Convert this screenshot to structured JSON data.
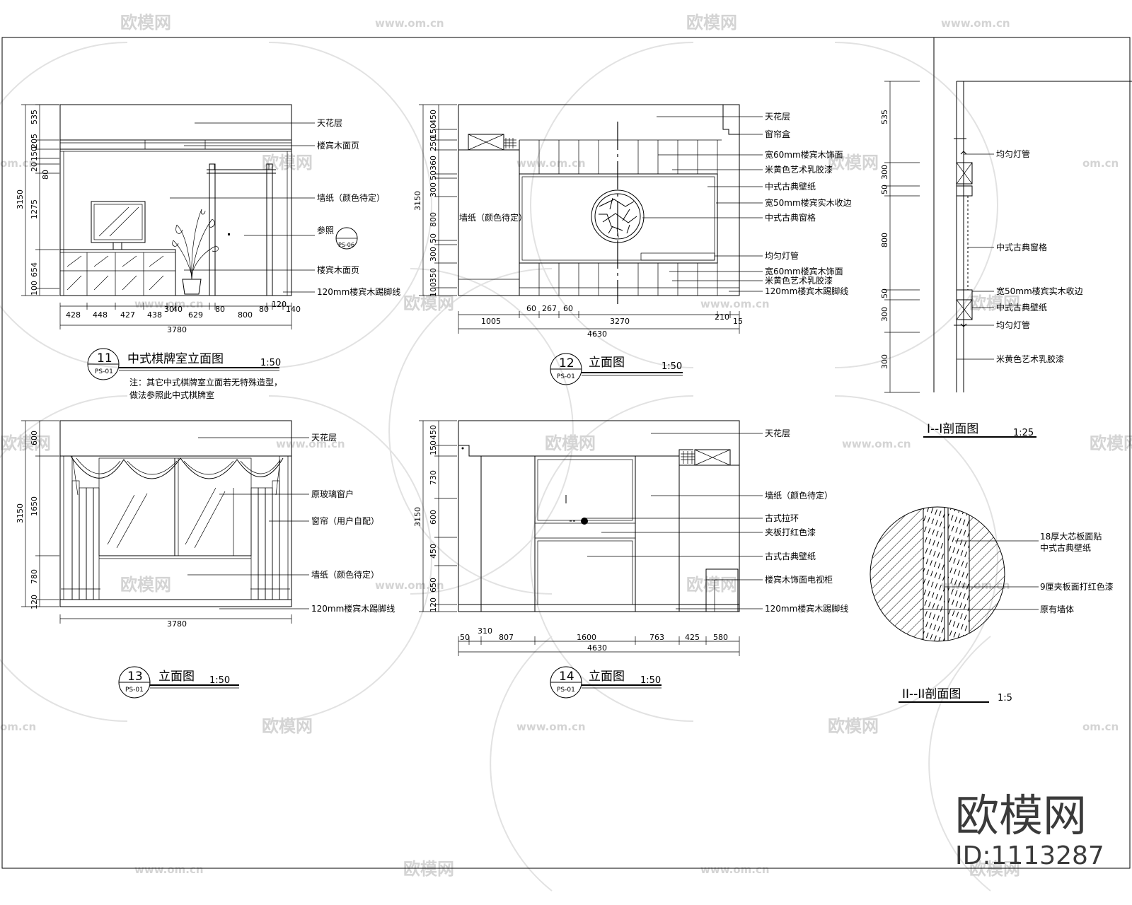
{
  "watermark": {
    "brand": "欧模网",
    "url": "www.om.cn",
    "url_short": "om.cn"
  },
  "corner_brand": {
    "name": "欧模网",
    "id": "ID:1113287"
  },
  "views": {
    "v11": {
      "number": "11",
      "ref": "PS-01",
      "title": "中式棋牌室立面图",
      "scale": "1:50",
      "note1": "注：其它中式棋牌室立面若无特殊造型，",
      "note2": "做法参照此中式棋牌室",
      "labels": [
        "天花层",
        "楼宾木面页",
        "墙纸（颜色待定）",
        "参照",
        "楼宾木面页",
        "120mm楼宾木踢脚线"
      ],
      "ref_bubble": "PS-06",
      "vdims": [
        "535",
        "205",
        "150",
        "20",
        "80",
        "1275",
        "654",
        "100"
      ],
      "vtotal": "3150",
      "hdims": [
        "428",
        "448",
        "427",
        "438",
        "30",
        "40",
        "629",
        "80",
        "800",
        "80",
        "120",
        "140"
      ],
      "htotal": "3780"
    },
    "v12": {
      "number": "12",
      "ref": "PS-01",
      "title": "立面图",
      "scale": "1:50",
      "labels": [
        "天花层",
        "窗帘盒",
        "宽60mm楼宾木饰面",
        "米黄色艺术乳胶漆",
        "中式古典壁纸",
        "宽50mm楼宾实木收边",
        "中式古典窗格",
        "墙纸（颜色待定）",
        "均匀灯管",
        "宽60mm楼宾木饰面",
        "米黄色艺术乳胶漆",
        "120mm楼宾木踢脚线"
      ],
      "vdims": [
        "450",
        "150",
        "250",
        "360",
        "50",
        "300",
        "800",
        "50",
        "300",
        "350",
        "100"
      ],
      "vtotal": "3150",
      "hdims": [
        "1005",
        "60",
        "267",
        "60",
        "3270",
        "210",
        "15"
      ],
      "htotal": "4630"
    },
    "v13": {
      "number": "13",
      "ref": "PS-01",
      "title": "立面图",
      "scale": "1:50",
      "labels": [
        "天花层",
        "原玻璃窗户",
        "窗帘（用户自配）",
        "墙纸（颜色待定）",
        "120mm楼宾木踢脚线"
      ],
      "vdims": [
        "600",
        "1650",
        "780",
        "120"
      ],
      "vtotal": "3150",
      "htotal": "3780"
    },
    "v14": {
      "number": "14",
      "ref": "PS-01",
      "title": "立面图",
      "scale": "1:50",
      "labels": [
        "天花层",
        "墙纸（颜色待定）",
        "古式拉环",
        "夹板打红色漆",
        "古式古典壁纸",
        "楼宾木饰面电视柜",
        "120mm楼宾木踢脚线"
      ],
      "vdims": [
        "450",
        "150",
        "730",
        "600",
        "450",
        "650",
        "120"
      ],
      "vtotal": "3150",
      "hdims": [
        "50",
        "310",
        "807",
        "1600",
        "763",
        "425",
        "580"
      ],
      "htotal": "4630"
    },
    "s1": {
      "title": "I--I剖面图",
      "scale": "1:25",
      "labels": [
        "均匀灯管",
        "中式古典窗格",
        "宽50mm楼宾实木收边",
        "中式古典壁纸",
        "均匀灯管",
        "米黄色艺术乳胶漆"
      ],
      "vdims": [
        "535",
        "300",
        "50",
        "800",
        "50",
        "300",
        "300"
      ]
    },
    "s2": {
      "title": "II--II剖面图",
      "scale": "1:5",
      "labels": [
        "18厚大芯板面贴",
        "中式古典壁纸",
        "9厘夹板面打红色漆",
        "原有墙体"
      ]
    }
  }
}
